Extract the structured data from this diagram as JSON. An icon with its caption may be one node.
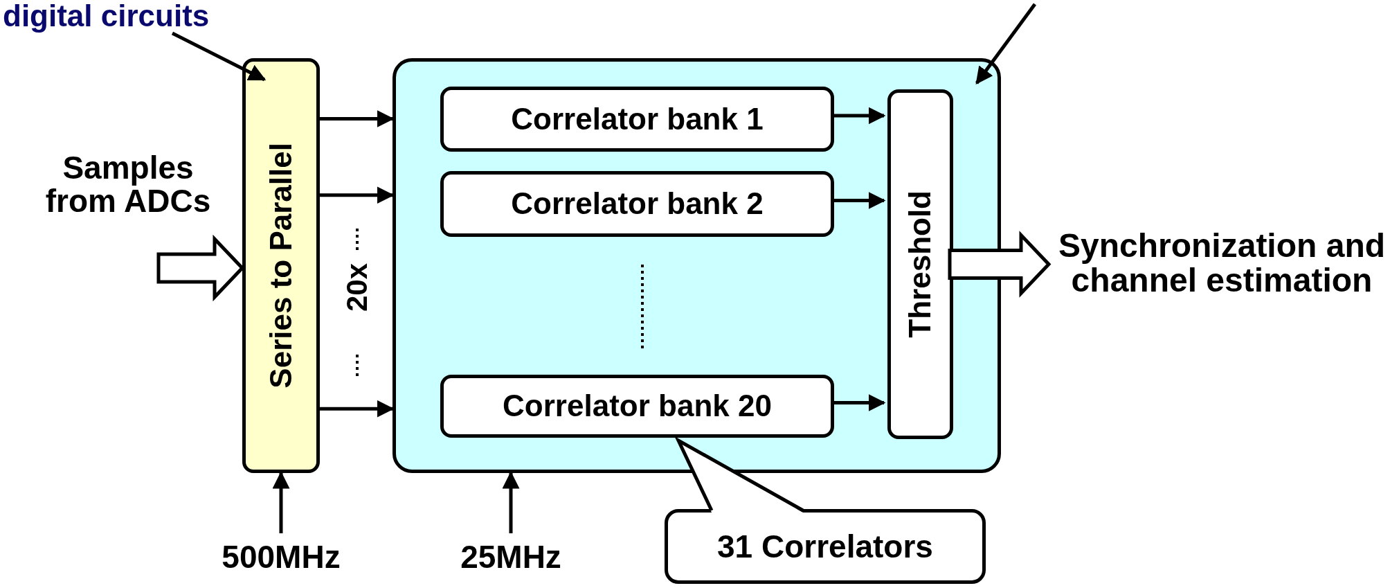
{
  "diagram": {
    "nodes": [
      {
        "text": [
          "digital circuits"
        ]
      },
      {
        "text": [
          "Samples from ADCs"
        ]
      },
      {
        "text": [
          "Series to Parallel"
        ]
      },
      {
        "text": [],
        "shape": "box"
      },
      {
        "text": [
          "Correlator bank 1"
        ],
        "in": 3
      },
      {
        "text": [
          "Correlator bank 2"
        ],
        "in": 3
      },
      {
        "text": [
          "Correlator bank 20"
        ],
        "in": 3
      },
      {
        "text": [
          "Threshold"
        ],
        "in": 3
      },
      {
        "text": [
          "Synchronization and channel estimation"
        ]
      },
      {
        "text": [
          "500MHz"
        ]
      },
      {
        "text": [
          "25MHz"
        ]
      },
      {
        "text": [
          "31 Correlators"
        ]
      }
    ],
    "edges": [
      {
        "from": 1,
        "to": 2,
        "arrow": "to",
        "style": "thick"
      },
      {
        "from": 2,
        "to": 3,
        "arrow": "to"
      },
      {
        "from": 2,
        "to": 3,
        "arrow": "to"
      },
      {
        "from": 2,
        "to": 3,
        "arrow": "to"
      },
      {
        "from": 4,
        "to": 7,
        "arrow": "to"
      },
      {
        "from": 5,
        "to": 7,
        "arrow": "to"
      },
      {
        "from": 6,
        "to": 7,
        "arrow": "to"
      },
      {
        "from": 7,
        "to": 8,
        "arrow": "to",
        "style": "thick"
      },
      {
        "from": 9,
        "to": 2,
        "arrow": "to"
      },
      {
        "from": 10,
        "to": 3,
        "arrow": "to"
      },
      {
        "from": 0,
        "to": 2,
        "arrow": "to"
      },
      {
        "from": null,
        "to": 3,
        "arrow": "to"
      }
    ],
    "labels": [
      "20x"
    ]
  }
}
